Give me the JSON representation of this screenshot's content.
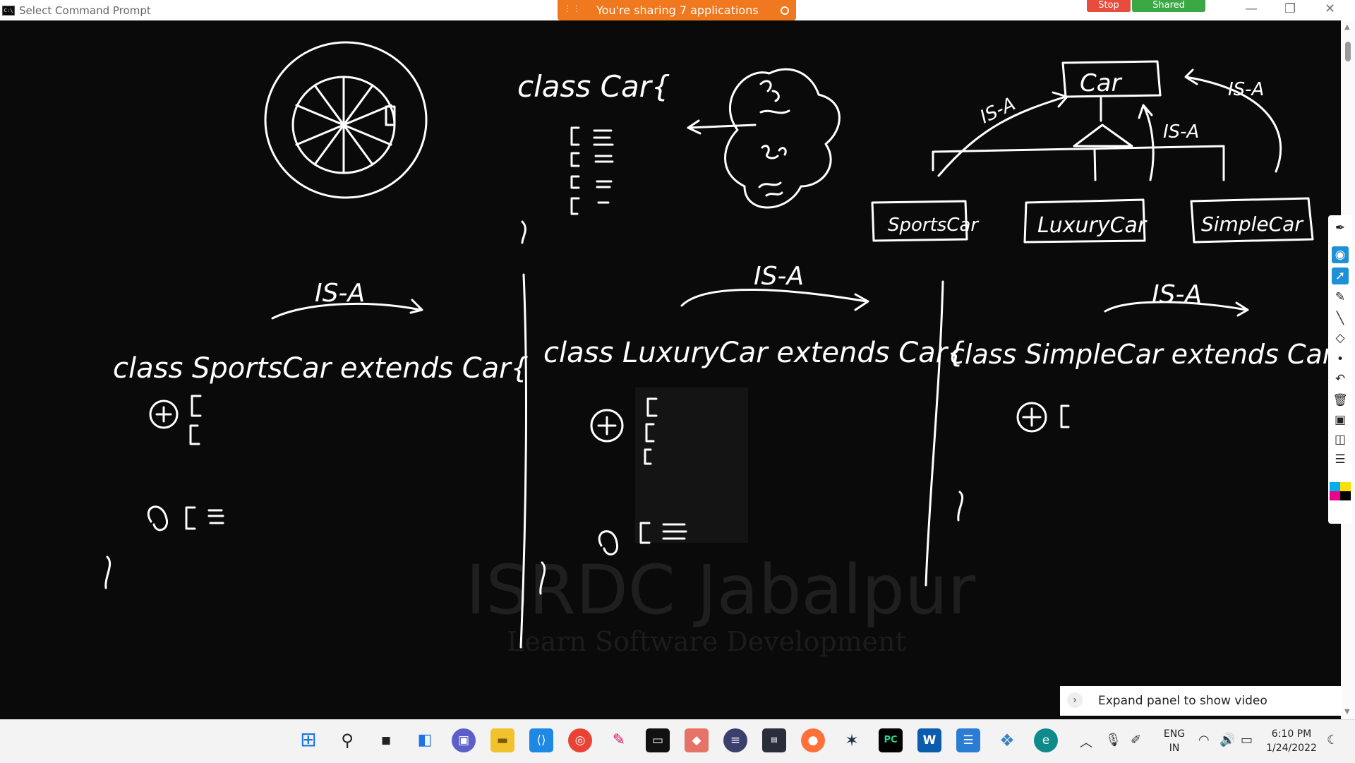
{
  "titlebar": {
    "title": "Select Command Prompt",
    "share_text": "You're sharing 7 applications",
    "stop_label": "Stop",
    "shared_label": "Shared",
    "minimize": "—",
    "restore": "❐",
    "close": "✕"
  },
  "board": {
    "title_car": "class Car{",
    "title_sports": "class SportsCar extends Car{",
    "title_luxury": "class LuxuryCar extends Car{",
    "title_simple": "class SimpleCar extends Car{",
    "isa_label": "IS-A",
    "isa_label_alt": "IS-A",
    "node_car": "Car",
    "node_sports": "SportsCar",
    "node_luxury": "LuxuryCar",
    "node_simple": "SimpleCar",
    "watermark_title": "ISRDC Jabalpur",
    "watermark_sub": "Learn Software Development"
  },
  "video_panel": {
    "label": "Expand panel to show video"
  },
  "tray": {
    "lang_top": "ENG",
    "lang_bottom": "IN",
    "time": "6:10 PM",
    "date": "1/24/2022"
  },
  "taskbar_icons": [
    "windows-start",
    "search",
    "task-view",
    "widgets",
    "teams-chat",
    "file-explorer",
    "vscode",
    "chrome",
    "paint-tool",
    "terminal",
    "sketch",
    "circle-app",
    "media-app",
    "firefox",
    "inkscape",
    "pycharm",
    "webex",
    "notepad",
    "network-tool",
    "edge"
  ],
  "pen_tool_swatches": [
    "#00aeef",
    "#ffde00",
    "#ec008c",
    "#000000"
  ]
}
